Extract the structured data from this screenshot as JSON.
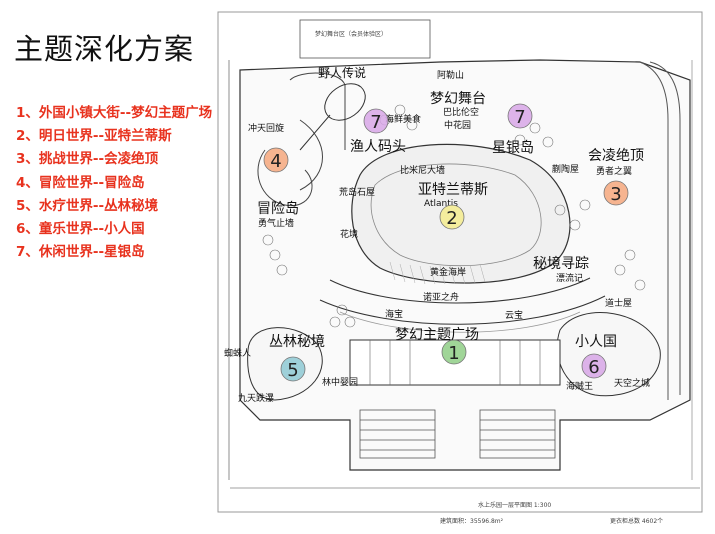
{
  "title": "主题深化方案",
  "themes": [
    "1、外国小镇大街--梦幻主题广场",
    "2、明日世界--亚特兰蒂斯",
    "3、挑战世界--会凌绝顶",
    "4、冒险世界--冒险岛",
    "5、水疗世界--丛林秘境",
    "6、童乐世界--小人国",
    "7、休闲世界--星银岛"
  ],
  "markers": [
    {
      "num": "1",
      "color": "#8f89d6"
    },
    {
      "num": "2",
      "color": "#8fce86"
    },
    {
      "num": "3",
      "color": "#f4ec8e"
    },
    {
      "num": "4",
      "color": "#f5a77c"
    },
    {
      "num": "5",
      "color": "#f5a77c"
    },
    {
      "num": "6",
      "color": "#8ec9d3"
    },
    {
      "num": "7a",
      "label": "7",
      "color": "#d7a6e6"
    },
    {
      "num": "7b",
      "label": "7",
      "color": "#d7a6e6"
    }
  ],
  "plan_labels": {
    "top_note": "梦幻舞台区（会员体验区）",
    "yeren": "野人传说",
    "alebu": "阿勒山",
    "mengfan_stage": "梦幻舞台",
    "babilun": "巴比伦空",
    "zhonghua": "中花园",
    "haixian": "海鲜美食",
    "chongtian": "冲天回旋",
    "yuren": "渔人码头",
    "xingyin": "星银岛",
    "bimi": "比米尼大墙",
    "huangdao": "荒岛石屋",
    "atlantis": "亚特兰蒂斯",
    "atlantis_en": "Atlantis",
    "maoxian": "冒险岛",
    "yongqi": "勇气止墙",
    "huajing": "花境",
    "jiaotao": "蒯陶屋",
    "huiling": "会凌绝顶",
    "yongzhe": "勇者之翼",
    "mijing": "秘境寻踪",
    "piaoliu": "漂流记",
    "huangjin": "黄金海岸",
    "nuoya": "诺亚之舟",
    "haibao": "海宝",
    "yunbao": "云宝",
    "mengfan_plaza": "梦幻主题广场",
    "conglin": "丛林秘境",
    "zhizhu": "蜘蛛人",
    "linzhong": "林中婴园",
    "jiutian": "九天跌瀑",
    "daoshi": "道士屋",
    "xiaoren": "小人国",
    "haizei": "海贼王",
    "tiankong": "天空之城",
    "bottom_note": "水上乐园一层平面图 1:300",
    "area_left": "建筑面积：35596.8m²",
    "area_right": "更衣柜总数 4602个"
  }
}
